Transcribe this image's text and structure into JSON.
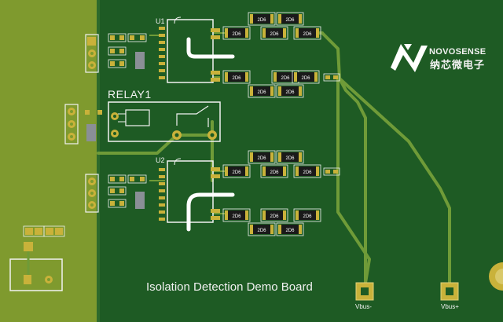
{
  "board": {
    "title": "Isolation Detection Demo Board",
    "relay_label": "RELAY1",
    "u1_label": "U1",
    "u2_label": "U2",
    "vbus_minus_label": "Vbus-",
    "vbus_plus_label": "Vbus+",
    "brand_name": "NOVOSENSE",
    "brand_name_cn": "纳芯微电子",
    "resistor_marking": "2D6"
  },
  "colors": {
    "board_green": "#1e5b24",
    "left_copper": "#7f9a2e",
    "trace": "#6f9b38",
    "pad_gold": "#c9b23a",
    "silkscreen": "#f2f2f2",
    "resistor_body": "#1a1a1a"
  },
  "icons": {
    "logo": "novosense-logo-icon"
  }
}
